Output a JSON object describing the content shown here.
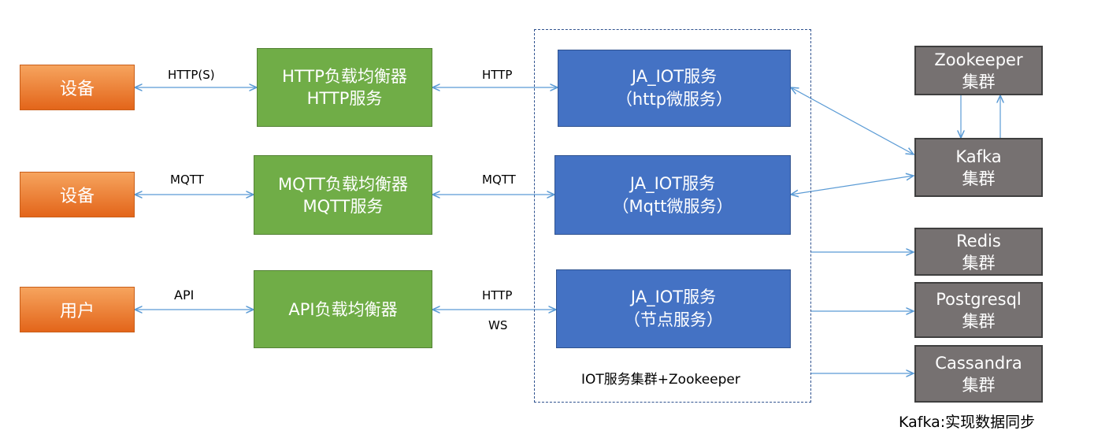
{
  "devices": [
    {
      "label": "设备"
    },
    {
      "label": "设备"
    },
    {
      "label": "用户"
    }
  ],
  "balancers": [
    {
      "line1": "HTTP负载均衡器",
      "line2": "HTTP服务"
    },
    {
      "line1": "MQTT负载均衡器",
      "line2": "MQTT服务"
    },
    {
      "line1": "API负载均衡器",
      "line2": ""
    }
  ],
  "services": [
    {
      "line1": "JA_IOT服务",
      "line2": "（http微服务）"
    },
    {
      "line1": "JA_IOT服务",
      "line2": "（Mqtt微服务）"
    },
    {
      "line1": "JA_IOT服务",
      "line2": "（节点服务）"
    }
  ],
  "clusters": [
    {
      "line1": "Zookeeper",
      "line2": "集群"
    },
    {
      "line1": "Kafka",
      "line2": "集群"
    },
    {
      "line1": "Redis",
      "line2": "集群"
    },
    {
      "line1": "Postgresql",
      "line2": "集群"
    },
    {
      "line1": "Cassandra",
      "line2": "集群"
    }
  ],
  "edge_labels": {
    "device1_lb1": "HTTP(S)",
    "lb1_svc1": "HTTP",
    "device2_lb2": "MQTT",
    "lb2_svc2": "MQTT",
    "user_lb3": "API",
    "lb3_svc3_a": "HTTP",
    "lb3_svc3_b": "WS"
  },
  "group_label": "IOT服务集群+Zookeeper",
  "footnote": "Kafka:实现数据同步",
  "colors": {
    "device": "#e3651a",
    "balancer": "#70ad47",
    "service": "#4472c4",
    "cluster": "#767171",
    "edge": "#5b9bd5",
    "dashed_border": "#2f528f"
  }
}
